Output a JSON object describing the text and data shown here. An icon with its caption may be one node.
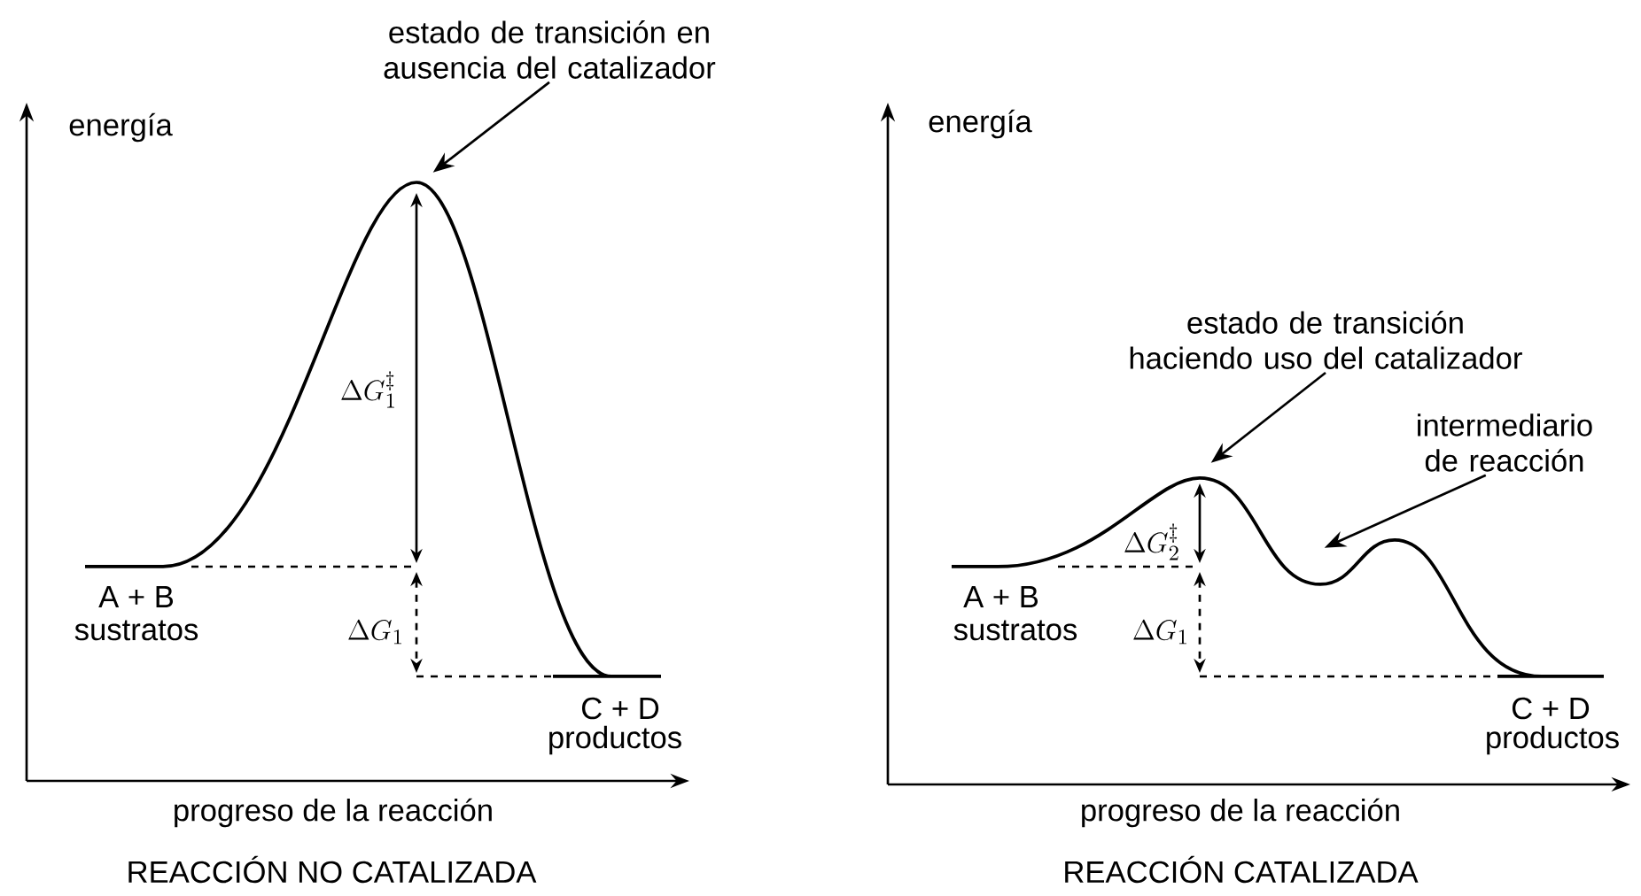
{
  "diagram": {
    "nodes": [
      {
        "text": [
          "estado de transición en ausencia del catalizador"
        ]
      },
      {
        "text": [
          "estado de transición haciendo uso del catalizador"
        ]
      },
      {
        "text": [
          "intermediario de reacción"
        ]
      },
      {
        "text": [],
        "shape": "curve"
      },
      {
        "text": [],
        "shape": "curve"
      }
    ],
    "edges": [
      {
        "from": 0,
        "to": 3,
        "arrow": "to"
      },
      {
        "from": 1,
        "to": 4,
        "arrow": "to"
      },
      {
        "from": 2,
        "to": 4,
        "arrow": "to"
      }
    ],
    "labels": [
      "energía",
      "\\Delta G_{1}^{\\ddagger}",
      "A + B",
      "sustratos",
      "\\Delta G_{1}",
      "C + D",
      "productos",
      "progreso de la reacción",
      "REACCIÓN NO CATALIZADA",
      "energía",
      "\\Delta G_{2}^{\\ddagger}",
      "A + B",
      "sustratos",
      "\\Delta G_{1}",
      "C + D",
      "productos",
      "progreso de la reacción",
      "REACCIÓN CATALIZADA"
    ]
  }
}
